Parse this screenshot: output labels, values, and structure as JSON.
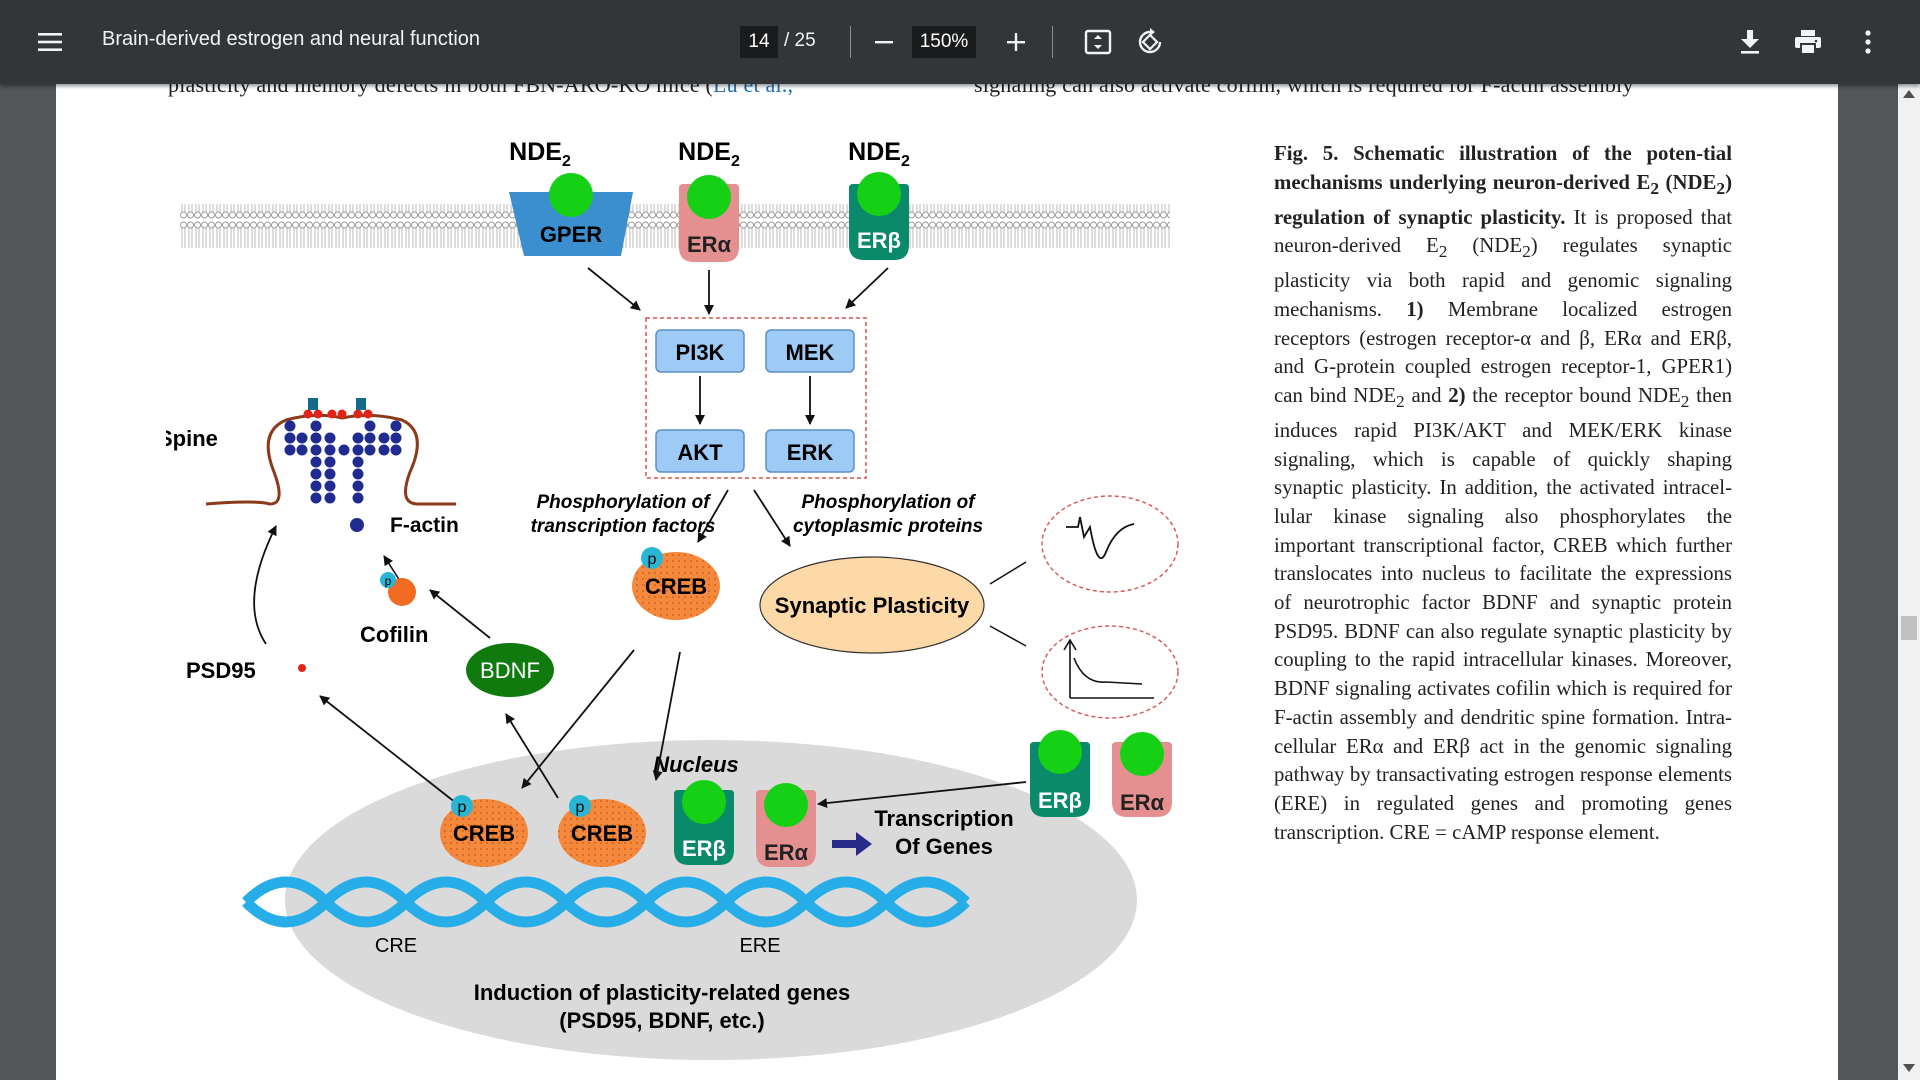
{
  "toolbar": {
    "title": "Brain-derived estrogen and neural function",
    "page_current": "14",
    "page_total": "/ 25",
    "zoom": "150%",
    "icons": [
      "menu-icon",
      "zoom-out-icon",
      "zoom-in-icon",
      "fit-page-icon",
      "rotate-icon",
      "download-icon",
      "print-icon",
      "more-vert-icon"
    ]
  },
  "body_text": {
    "left_line_before": "plasticity and memory defects in both FBN-ARO-KO mice (",
    "left_line_link": "Lu et al.,",
    "right_line": "signaling can also activate cofilin, which is required for F-actin assembly"
  },
  "figure": {
    "nde2": [
      "NDE",
      "NDE",
      "NDE"
    ],
    "nde2_sub": "2",
    "gper": "GPER",
    "era": "ERα",
    "erb": "ERβ",
    "pi3k": "PI3K",
    "mek": "MEK",
    "akt": "AKT",
    "erk": "ERK",
    "spine": "Spine",
    "factin": "F-actin",
    "cofilin": "Cofilin",
    "psd95": "PSD95",
    "bdnf": "BDNF",
    "p": "p",
    "creb": "CREB",
    "phos_tf_1": "Phosphorylation of",
    "phos_tf_2": "transcription factors",
    "phos_cp_1": "Phosphorylation of",
    "phos_cp_2": "cytoplasmic proteins",
    "synaptic": "Synaptic Plasticity",
    "nucleus": "Nucleus",
    "transcription_1": "Transcription",
    "transcription_2": "Of Genes",
    "cre": "CRE",
    "ere": "ERE",
    "induction_1": "Induction of plasticity-related genes",
    "induction_2": "(PSD95, BDNF, etc.)"
  },
  "caption": {
    "title_p1": "Fig. 5. Schematic illustration of the poten-tial mechanisms underlying neuron-derived E",
    "title_sub": "2",
    "title_p2": " (NDE",
    "title_sub2": "2",
    "title_p3": ") regulation of synaptic plasticity.",
    "s1a": " It is proposed that neuron-derived E",
    "s1b": " (NDE",
    "s1c": ") regulates synaptic plasticity via both rapid and genomic signaling mechanisms. ",
    "n1": "1)",
    "s2a": " Membrane localized estrogen receptors (estrogen receptor-α and β, ERα and ERβ, and G-protein coupled estrogen receptor-1, GPER1) can bind NDE",
    "s2b": " and ",
    "n2": "2)",
    "s3a": " the receptor bound NDE",
    "s3b": " then induces rapid PI3K/AKT and MEK/ERK kinase signaling, which is capable of quickly shaping synaptic plasticity. In addition, the activated intracel-lular kinase signaling also phosphorylates the important transcriptional factor, CREB which further translocates into nucleus to facilitate the expressions of neurotrophic factor BDNF and synaptic protein PSD95. BDNF can also regulate synaptic plasticity by coupling to the rapid intracellular kinases. Moreover, BDNF signaling activates cofilin which is required for F-actin assembly and dendritic spine formation. Intra-cellular ERα and ERβ act in the genomic signaling pathway by transactivating estrogen response elements (ERE) in regulated genes and promoting genes transcription. CRE = cAMP response element."
  }
}
